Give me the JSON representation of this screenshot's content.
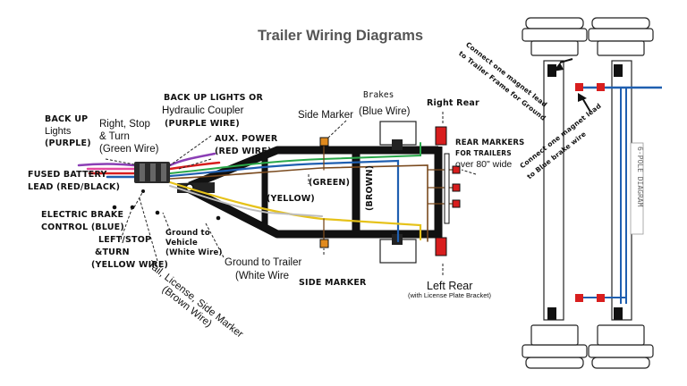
{
  "title": "Trailer Wiring Diagrams",
  "labels": {
    "back_up_lights_1": "BACK UP",
    "back_up_lights_2": "Lights",
    "back_up_lights_3": "(PURPLE)",
    "right_stop_1": "Right, Stop",
    "right_stop_2": "& Turn",
    "right_stop_3": "(Green Wire)",
    "back_up_hyd_1": "BACK UP LIGHTS OR",
    "back_up_hyd_2": "Hydraulic Coupler",
    "back_up_hyd_3": "(PURPLE WIRE)",
    "aux_power_1": "AUX. POWER",
    "aux_power_2": "(RED WIRE)",
    "side_marker_top_1": "Side Marker",
    "side_marker_top_2": "(Blue Wire)",
    "brakes": "Brakes",
    "right_rear": "Right Rear",
    "rear_markers_1": "REAR MARKERS",
    "rear_markers_2": "FOR TRAILERS",
    "rear_markers_3": "over 80\" wide",
    "fused_battery_1": "FUSED BATTERY",
    "fused_battery_2": "LEAD (RED/BLACK)",
    "green": "(GREEN)",
    "brown": "(BROWN)",
    "yellow": "(YELLOW)",
    "electric_brake_1": "ELECTRIC BRAKE",
    "electric_brake_2": "CONTROL (BLUE)",
    "left_stop_1": "LEFT/STOP",
    "left_stop_2": "&TURN",
    "left_stop_3": "(YELLOW WIRE)",
    "ground_vehicle_1": "Ground to",
    "ground_vehicle_2": "Vehicle",
    "ground_vehicle_3": "(White Wire)",
    "ground_trailer_1": "Ground to Trailer",
    "ground_trailer_2": "(White Wire",
    "side_marker_bottom": "SIDE MARKER",
    "left_rear_1": "Left Rear",
    "left_rear_2": "(with License Plate Bracket)",
    "tail_license_1": "Tail, License, Side Marker",
    "tail_license_2": "(Brown Wire)",
    "magnet_frame_1": "Connect one magnet lead",
    "magnet_frame_2": "to Trailer Frame for Ground",
    "magnet_blue_1": "Connect one magnet lead",
    "magnet_blue_2": "to Blue brake wire",
    "six_pole": "6-POLE DIAGRAM"
  },
  "wire_colors": {
    "purple": "#8b3fb5",
    "green": "#2aa84a",
    "red": "#d81e1e",
    "blue": "#1f5fb0",
    "yellow": "#e6c21a",
    "brown": "#7a4a1e",
    "white": "#bdbdbd",
    "pink": "#e54aa0",
    "frame": "#111111",
    "marker_orange": "#e08a1e"
  }
}
